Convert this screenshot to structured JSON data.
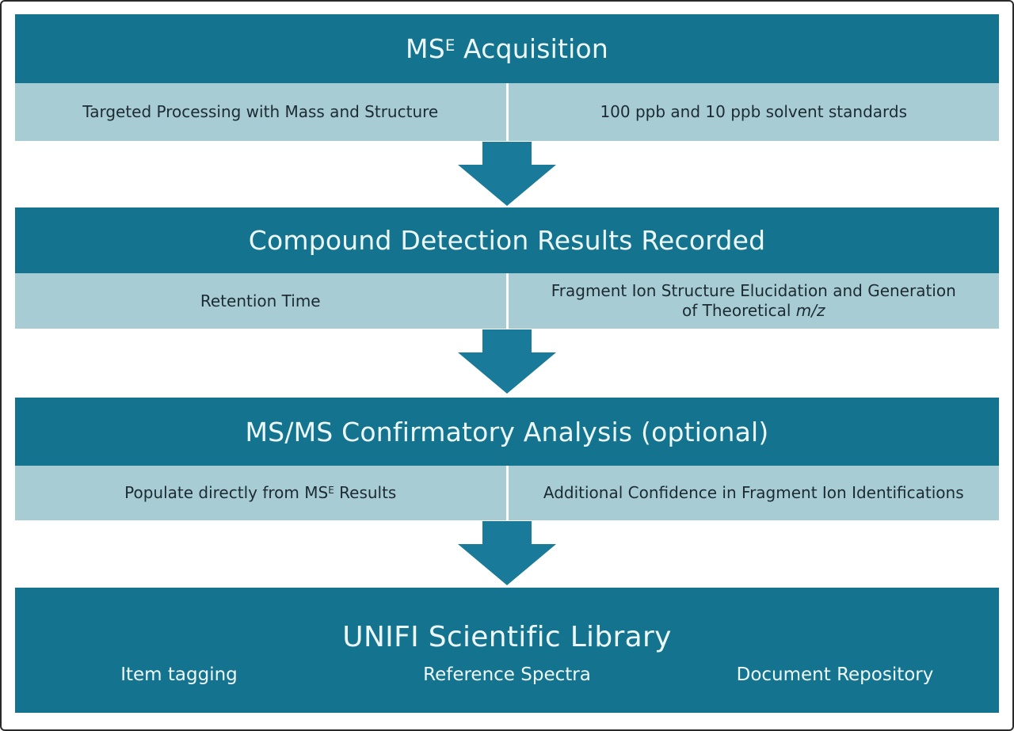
{
  "diagram": {
    "colors": {
      "header_teal": "#14738F",
      "arrow_teal": "#1A7A99",
      "subrow_blue": "#A8CCD4",
      "header_text": "#EDF8FA",
      "sub_text": "#1C2B33"
    },
    "sections": [
      {
        "header": {
          "pre": "MS",
          "sup": "E",
          "post": " Acquisition"
        },
        "left": {
          "text": "Targeted Processing with Mass and Structure"
        },
        "right": {
          "text": "100 ppb and 10 ppb solvent standards"
        }
      },
      {
        "header": {
          "text": "Compound Detection Results Recorded"
        },
        "left": {
          "text": "Retention Time"
        },
        "right": {
          "line1": "Fragment Ion Structure Elucidation and Generation",
          "line2_pre": "of Theoretical ",
          "line2_italic": "m/z"
        }
      },
      {
        "header": {
          "text": "MS/MS Confirmatory Analysis (optional)"
        },
        "left": {
          "pre": "Populate directly from MS",
          "sup": "E",
          "post": " Results"
        },
        "right": {
          "text": "Additional Confidence in Fragment Ion Identifications"
        }
      }
    ],
    "footer": {
      "title": "UNIFI Scientific Library",
      "items": [
        "Item tagging",
        "Reference Spectra",
        "Document Repository"
      ]
    }
  }
}
